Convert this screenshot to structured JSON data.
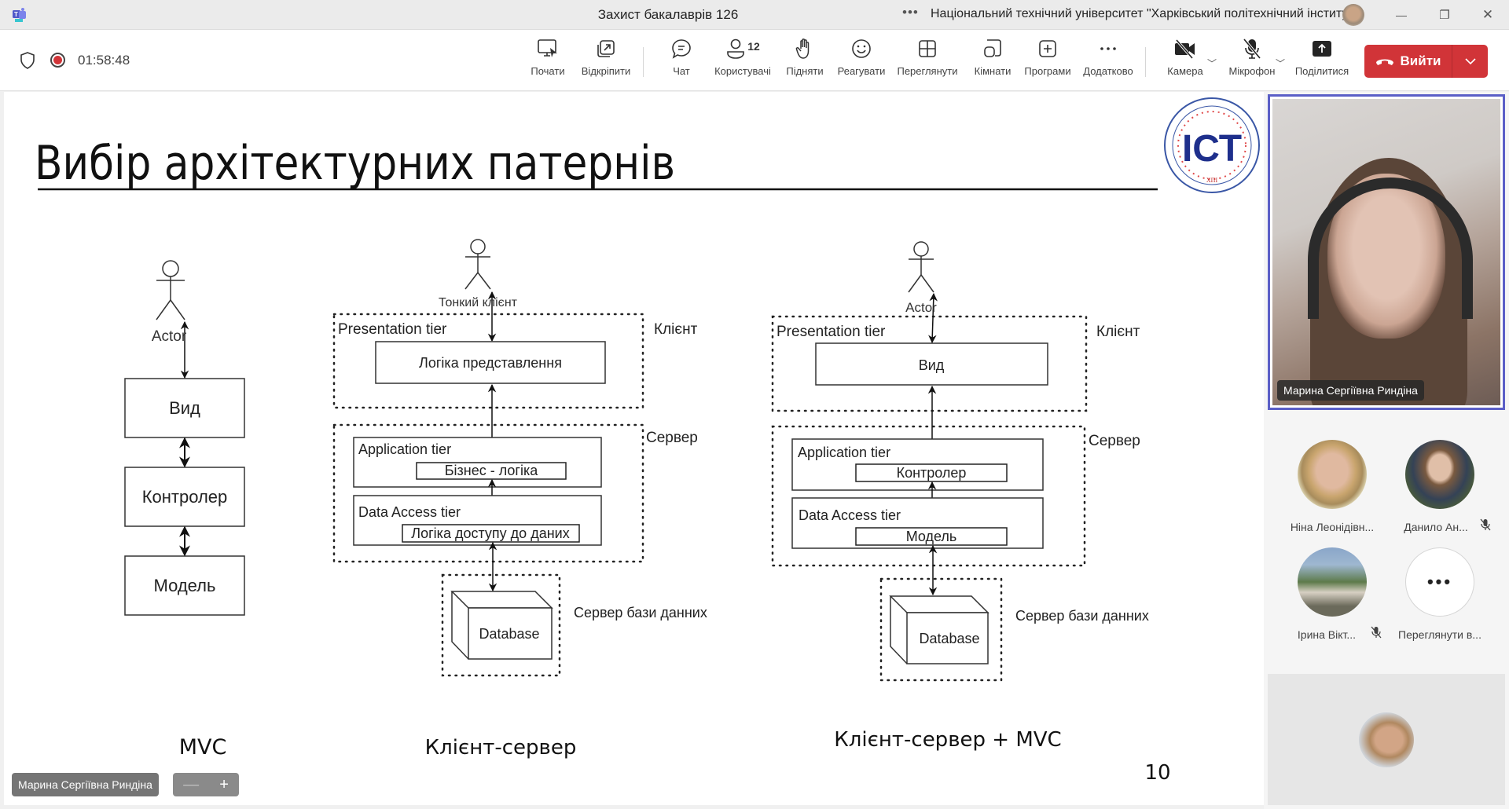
{
  "window": {
    "app_icon": "teams-icon",
    "title": "Захист бакалаврів 126",
    "more": "•••",
    "organization": "Національний технічний університет \"Харківський політехнічний інститут\"",
    "controls": {
      "minimize": "—",
      "restore": "❐",
      "close": "✕"
    }
  },
  "meeting": {
    "timer": "01:58:48",
    "recording": true
  },
  "toolbar": {
    "items": [
      {
        "id": "start",
        "label": "Почати",
        "icon": "present-screen-icon"
      },
      {
        "id": "unpin",
        "label": "Відкріпити",
        "icon": "pop-out-icon"
      },
      {
        "id": "chat",
        "label": "Чат",
        "icon": "chat-icon"
      },
      {
        "id": "people",
        "label": "Користувачі",
        "icon": "people-icon",
        "count": "12"
      },
      {
        "id": "raise",
        "label": "Підняти",
        "icon": "raise-hand-icon"
      },
      {
        "id": "react",
        "label": "Реагувати",
        "icon": "smiley-icon"
      },
      {
        "id": "view",
        "label": "Переглянути",
        "icon": "grid-view-icon"
      },
      {
        "id": "rooms",
        "label": "Кімнати",
        "icon": "breakout-rooms-icon"
      },
      {
        "id": "apps",
        "label": "Програми",
        "icon": "add-app-icon"
      },
      {
        "id": "more",
        "label": "Додатково",
        "icon": "more-icon"
      },
      {
        "id": "camera",
        "label": "Камера",
        "icon": "camera-off-icon"
      },
      {
        "id": "mic",
        "label": "Мікрофон",
        "icon": "mic-off-icon"
      },
      {
        "id": "share",
        "label": "Поділитися",
        "icon": "share-icon"
      }
    ],
    "leave": {
      "label": "Вийти",
      "icon": "hang-up-icon"
    },
    "accent_leave": "#d13438"
  },
  "slide": {
    "title": "Вибір архітектурних патернів",
    "logo": "ІСТ",
    "logo_text_bottom": "ХПІ",
    "page_number": "10",
    "mvc": {
      "actor": "Actor",
      "boxes": [
        "Вид",
        "Контролер",
        "Модель"
      ],
      "caption": "MVC"
    },
    "client_server": {
      "actor": "Тонкий клієнт",
      "presentation_tier": "Presentation tier",
      "presentation_box": "Логіка представлення",
      "client_label": "Клієнт",
      "server_label": "Сервер",
      "application_tier": "Application tier",
      "application_box": "Бізнес - логіка",
      "data_access_tier": "Data Access tier",
      "data_access_box": "Логіка доступу до даних",
      "database": "Database",
      "db_server_label": "Сервер бази данних",
      "caption": "Клієнт-сервер"
    },
    "client_server_mvc": {
      "actor": "Actor",
      "presentation_tier": "Presentation tier",
      "presentation_box": "Вид",
      "client_label": "Клієнт",
      "server_label": "Сервер",
      "application_tier": "Application tier",
      "application_box": "Контролер",
      "data_access_tier": "Data Access tier",
      "data_access_box": "Модель",
      "database": "Database",
      "db_server_label": "Сервер бази данних",
      "caption": "Клієнт-сервер + MVC"
    }
  },
  "presenter": {
    "name": "Марина Сергіївна Риндіна",
    "zoom_out": "—",
    "zoom_in": "+"
  },
  "participants": {
    "active_speaker": "Марина Сергіївна Риндіна",
    "accent_border": "#5b5fc7",
    "list": [
      {
        "name": "Ніна Леонідівн...",
        "muted": false
      },
      {
        "name": "Данило Ан...",
        "muted": true
      },
      {
        "name": "Ірина Вікт...",
        "muted": true
      },
      {
        "name": "Переглянути в...",
        "more": "•••"
      }
    ]
  }
}
